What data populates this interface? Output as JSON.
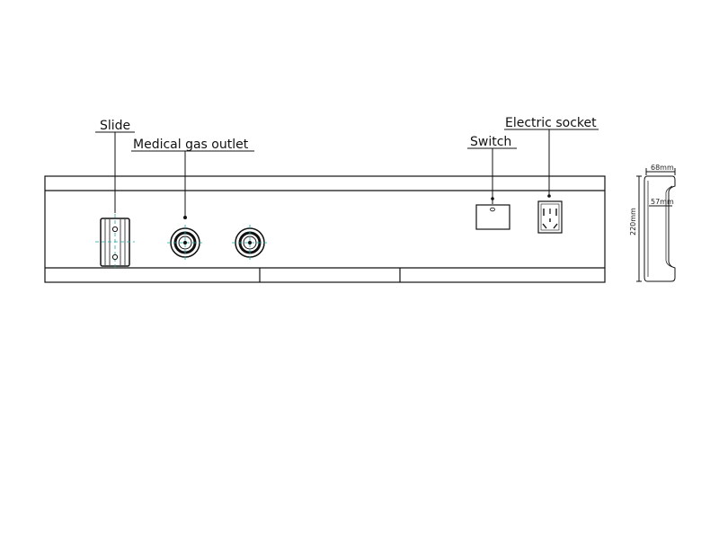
{
  "labels": {
    "slide": "Slide",
    "medical_gas_outlet": "Medical gas outlet",
    "switch": "Switch",
    "electric_socket": "Electric socket"
  },
  "dimensions": {
    "depth_outer": "68mm",
    "depth_inner": "57mm",
    "height": "220mm"
  },
  "colors": {
    "line": "#111111",
    "accent": "#1aa6a6"
  }
}
